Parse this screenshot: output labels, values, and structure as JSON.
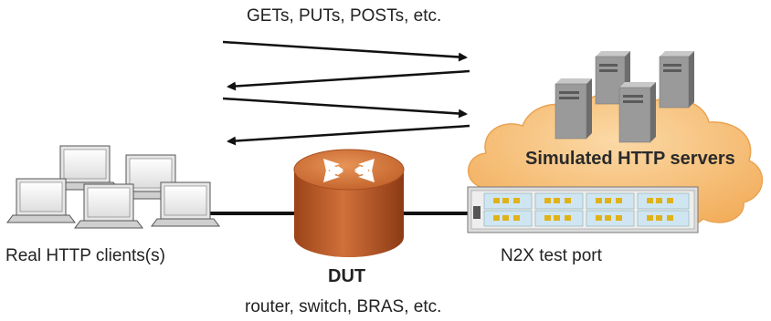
{
  "diagram": {
    "requests_label": "GETs, PUTs, POSTs, etc.",
    "servers_label": "Simulated HTTP servers",
    "clients_label": "Real HTTP clients(s)",
    "test_port_label": "N2X test port",
    "dut_label": "DUT",
    "dut_description": "router, switch, BRAS, etc."
  },
  "colors": {
    "cloud": "#f6bf75",
    "cloud_edge": "#e9a352",
    "router_body": "#c4622c",
    "router_top": "#d77a3e",
    "server_front": "#9a9a9a",
    "server_side": "#6d6d6d",
    "arrow": "#111111",
    "link_line": "#111111"
  },
  "icons": {
    "clients": "laptop-icon",
    "servers": "server-tower-icon",
    "dut": "router-icon",
    "test_port": "test-chassis-icon"
  }
}
